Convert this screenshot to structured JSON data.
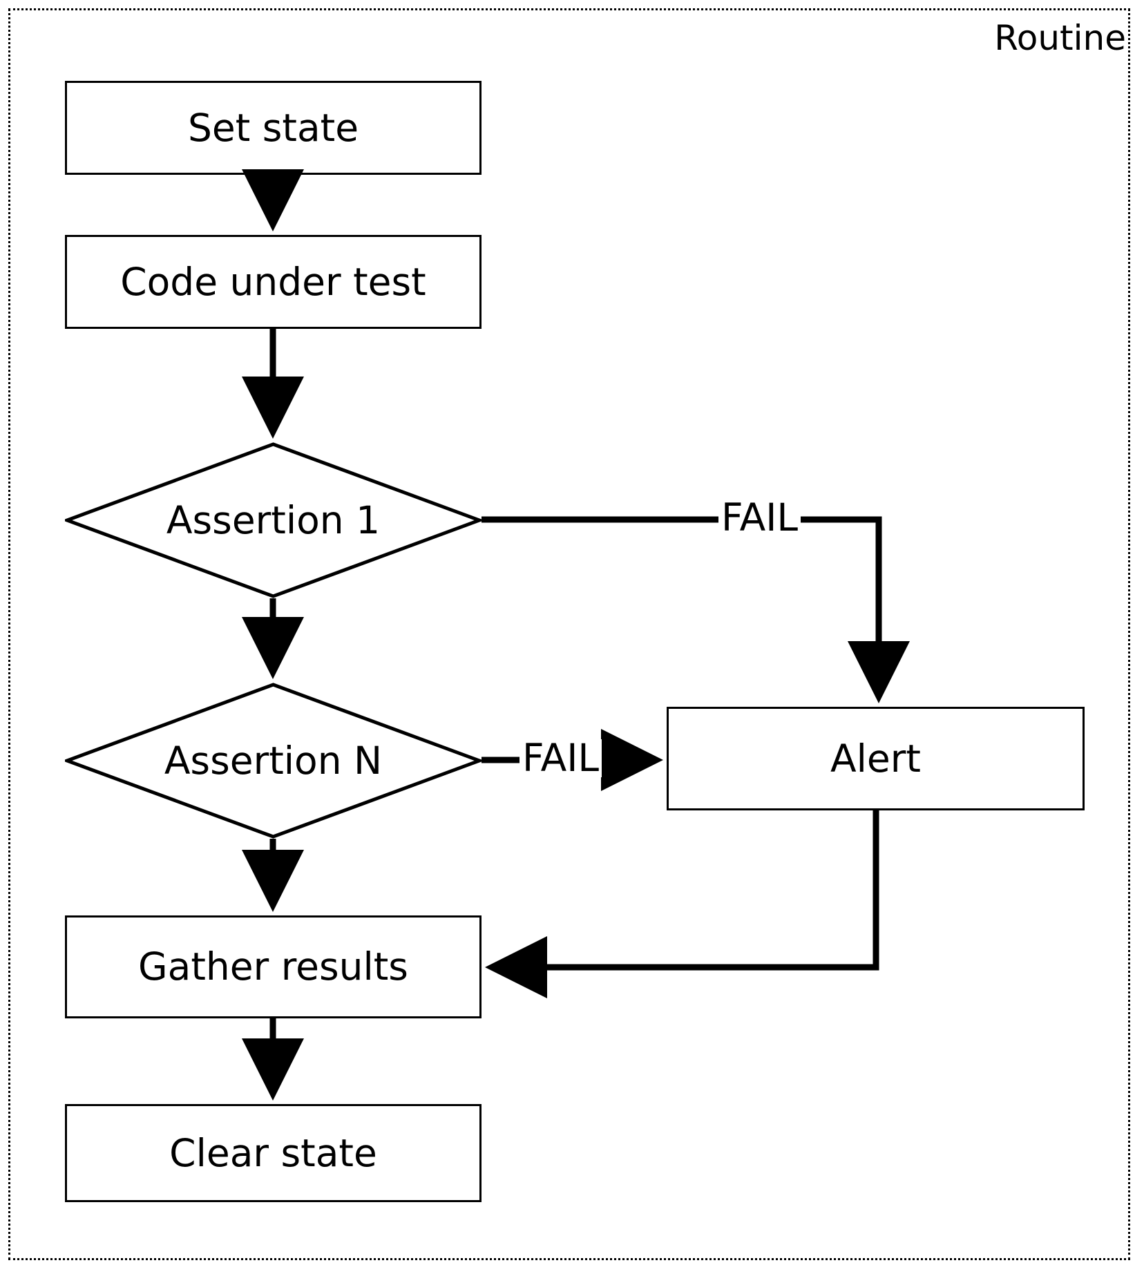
{
  "diagram": {
    "title": "Routine",
    "type": "flowchart",
    "boundary_style": "dotted",
    "stroke_color": "#000000",
    "fill_color": "#ffffff",
    "background_color": "#ffffff"
  },
  "nodes": [
    {
      "id": "set-state",
      "label": "Set state",
      "shape": "process"
    },
    {
      "id": "code-under-test",
      "label": "Code under test",
      "shape": "process"
    },
    {
      "id": "assertion-1",
      "label": "Assertion 1",
      "shape": "decision"
    },
    {
      "id": "assertion-n",
      "label": "Assertion N",
      "shape": "decision"
    },
    {
      "id": "alert",
      "label": "Alert",
      "shape": "process"
    },
    {
      "id": "gather-results",
      "label": "Gather results",
      "shape": "process"
    },
    {
      "id": "clear-state",
      "label": "Clear state",
      "shape": "process"
    }
  ],
  "edges": [
    {
      "id": "e1",
      "from": "set-state",
      "to": "code-under-test",
      "label": ""
    },
    {
      "id": "e2",
      "from": "code-under-test",
      "to": "assertion-1",
      "label": ""
    },
    {
      "id": "e3",
      "from": "assertion-1",
      "to": "assertion-n",
      "label": ""
    },
    {
      "id": "e4",
      "from": "assertion-1",
      "to": "alert",
      "label": "FAIL"
    },
    {
      "id": "e5",
      "from": "assertion-n",
      "to": "alert",
      "label": "FAIL"
    },
    {
      "id": "e6",
      "from": "assertion-n",
      "to": "gather-results",
      "label": ""
    },
    {
      "id": "e7",
      "from": "alert",
      "to": "gather-results",
      "label": ""
    },
    {
      "id": "e8",
      "from": "gather-results",
      "to": "clear-state",
      "label": ""
    }
  ],
  "edge_labels": {
    "fail_assertion_1": "FAIL",
    "fail_assertion_n": "FAIL"
  }
}
